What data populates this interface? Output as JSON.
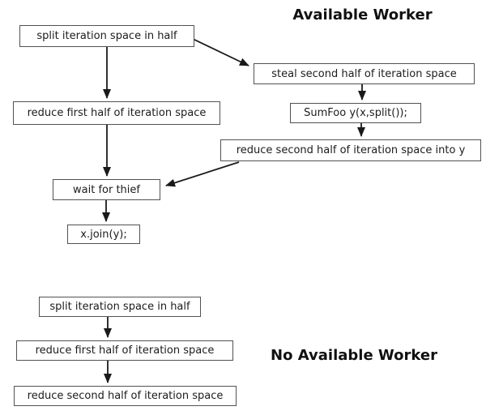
{
  "colors": {
    "background": "#ffffff",
    "box_fill": "#ffffff",
    "box_border": "#525252",
    "text": "#1c1c1c",
    "arrow": "#1a1a1a",
    "title_text": "#111111"
  },
  "available_worker": {
    "title": "Available Worker",
    "nodes": {
      "split": "split iteration space in half",
      "steal": "steal second half of iteration space",
      "reduce_first": "reduce first half of iteration space",
      "sumfoo": "SumFoo y(x,split());",
      "reduce_second": "reduce second half of iteration space into y",
      "wait": "wait for thief",
      "join": "x.join(y);"
    }
  },
  "no_available_worker": {
    "title": "No Available Worker",
    "nodes": {
      "split": "split iteration space in half",
      "reduce_first": "reduce first half of iteration space",
      "reduce_second": "reduce second half of iteration space"
    }
  }
}
